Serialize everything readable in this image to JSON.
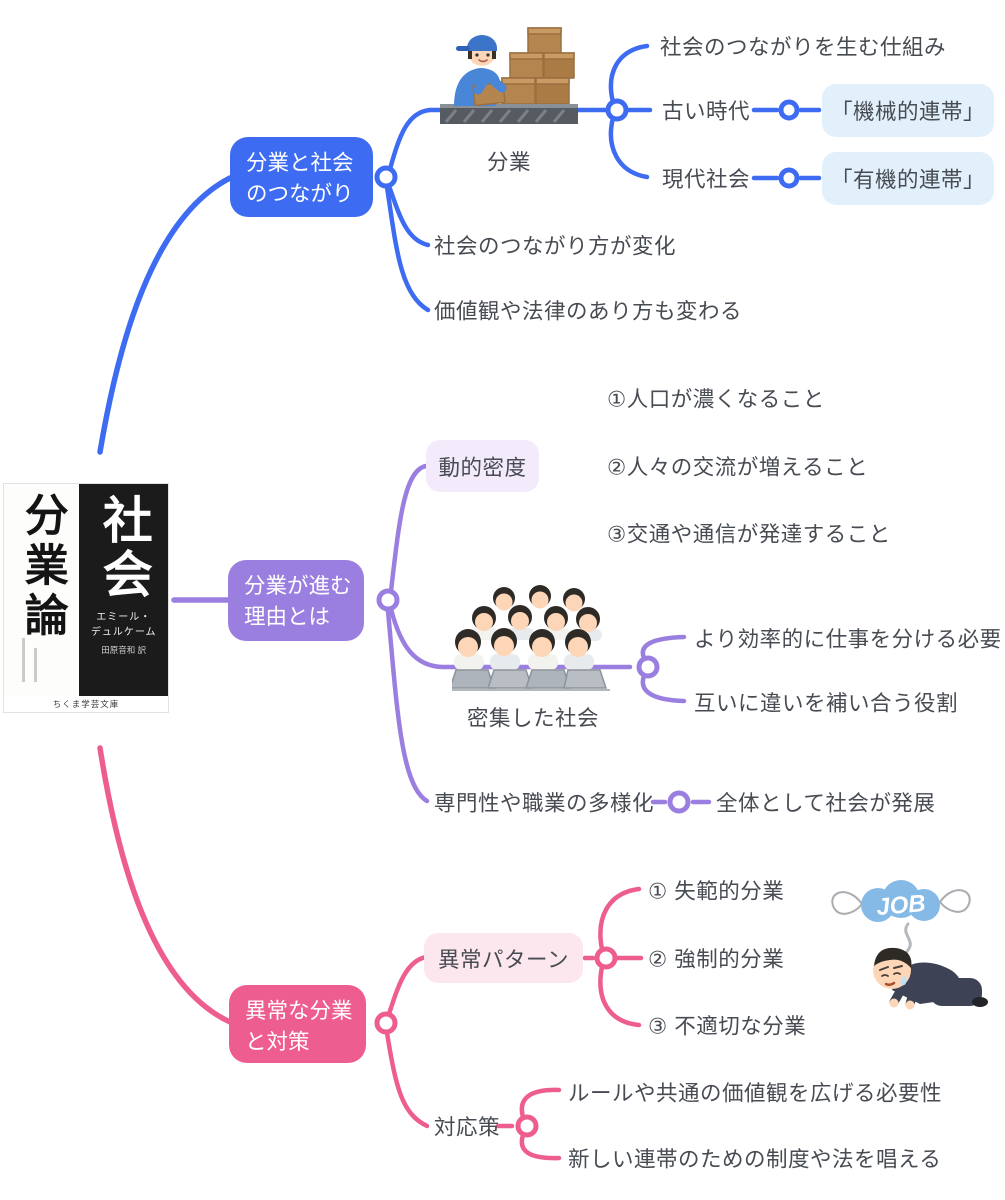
{
  "book": {
    "title_main": "分業論",
    "title_sub": "社会",
    "author_line1": "エミール・",
    "author_line2": "デュルケーム",
    "translator": "田原音和 訳",
    "publisher": "ちくま学芸文庫"
  },
  "blue": {
    "node_line1": "分業と社会",
    "node_line2": "のつながり",
    "division_label": "分業",
    "mechanism": "社会のつながりを生む仕組み",
    "old_era": "古い時代",
    "mechanical": "「機械的連帯」",
    "modern_society": "現代社会",
    "organic": "「有機的連帯」",
    "change_ties": "社会のつながり方が変化",
    "change_values": "価値観や法律のあり方も変わる"
  },
  "purple": {
    "node_line1": "分業が進む",
    "node_line2": "理由とは",
    "dynamic_density": "動的密度",
    "reason1": "①人口が濃くなること",
    "reason2": "②人々の交流が増えること",
    "reason3": "③交通や通信が発達すること",
    "dense_society_label": "密集した社会",
    "need_efficiency": "より効率的に仕事を分ける必要",
    "need_complement": "互いに違いを補い合う役割",
    "specialization": "専門性や職業の多様化",
    "development": "全体として社会が発展"
  },
  "pink": {
    "node_line1": "異常な分業",
    "node_line2": "と対策",
    "abnormal_patterns": "異常パターン",
    "pattern1": "① 失範的分業",
    "pattern2": "② 強制的分業",
    "pattern3": "③ 不適切な分業",
    "job_label": "JOB",
    "countermeasure": "対応策",
    "measure1": "ルールや共通の価値観を広げる必要性",
    "measure2": "新しい連帯のための制度や法を唱える"
  },
  "colors": {
    "blue": "#3d6cf2",
    "blue_light": "#e2f0fb",
    "purple": "#9b7fe0",
    "purple_light": "#f3eafc",
    "pink": "#ee5d8f",
    "pink_light": "#fce7ee",
    "text": "#474b52"
  }
}
